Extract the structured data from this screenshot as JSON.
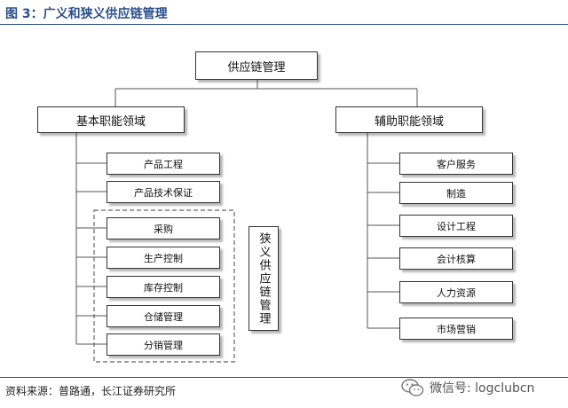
{
  "figure": {
    "title": "图 3：广义和狭义供应链管理",
    "source": "资料来源：普路通，长江证券研究所",
    "watermark": "微信号: logclubcn"
  },
  "diagram": {
    "root": "供应链管理",
    "left_branch": {
      "label": "基本职能领域",
      "items": [
        "产品工程",
        "产品技术保证",
        "采购",
        "生产控制",
        "库存控制",
        "仓储管理",
        "分销管理"
      ]
    },
    "right_branch": {
      "label": "辅助职能领域",
      "items": [
        "客户服务",
        "制造",
        "设计工程",
        "会计核算",
        "人力资源",
        "市场营销"
      ]
    },
    "narrow_scope_label": "狭义供应链管理"
  }
}
